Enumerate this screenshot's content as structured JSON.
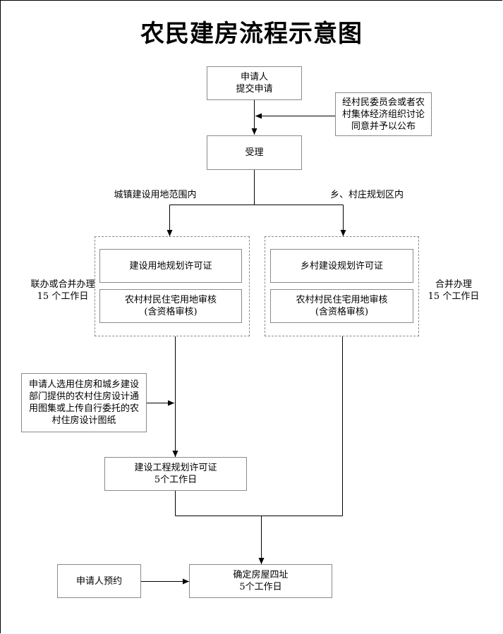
{
  "title": "农民建房流程示意图",
  "nodes": {
    "apply": "申请人\n提交申请",
    "village_review": "经村民委员会或者农\n村集体经济组织讨论\n同意并予以公布",
    "accept": "受理",
    "urban_permit": "建设用地规划许可证",
    "urban_homestead": "农村村民住宅用地审核\n(含资格审核)",
    "rural_permit": "乡村建设规划许可证",
    "rural_homestead": "农村村民住宅用地审核\n(含资格审核)",
    "design_choice": "申请人选用住房和城乡建设\n部门提供的农村住房设计通\n用图集或上传自行委托的农\n村住房设计图纸",
    "engineering_permit": "建设工程规划许可证\n5个工作日",
    "appointment": "申请人预约",
    "confirm_site": "确定房屋四址\n5个工作日"
  },
  "labels": {
    "urban_branch": "城镇建设用地范围内",
    "rural_branch": "乡、村庄规划区内",
    "urban_note": "联办或合并办理\n15 个工作日",
    "rural_note": "合并办理\n15 个工作日"
  }
}
